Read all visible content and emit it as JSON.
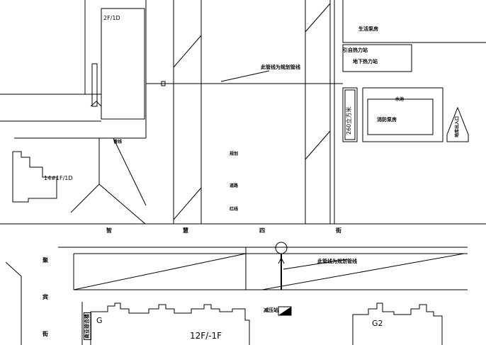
{
  "labels": {
    "building_2f": "2F/1D",
    "building_14": "14#1F/1D",
    "living_pump": "生活泵房",
    "pressure_station_a": "引自热力站",
    "pressure_station_b": "地下热力站",
    "main_pipe_top": "此管线为规划管线",
    "main_pipe_bottom": "此管线为规划管线",
    "fire_pump": "消防泵房",
    "water_tank": "260立方米",
    "small_box": "水池",
    "triangle_label": "地库出入口",
    "road_mid_1": "规划",
    "road_mid_2": "道路",
    "road_mid_3": "红线",
    "street_1": "智",
    "street_2": "慧",
    "street_3": "四",
    "street_4": "街",
    "side_1": "聚",
    "side_2": "宾",
    "side_3": "街",
    "left_block": "商业综合楼",
    "block_g": "G",
    "block_floors": "12F/-1F",
    "block_g2": "G2",
    "pump_small": "减压站",
    "mid_small": "管线"
  }
}
